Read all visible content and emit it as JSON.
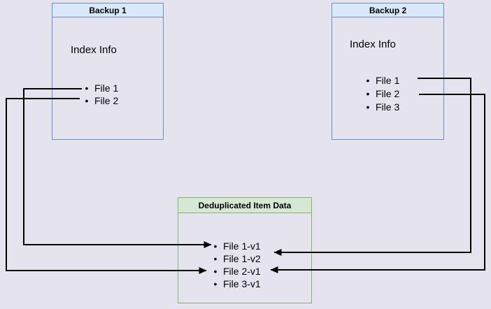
{
  "backup1": {
    "title": "Backup 1",
    "section_label": "Index Info",
    "files": [
      "File 1",
      "File 2"
    ]
  },
  "backup2": {
    "title": "Backup 2",
    "section_label": "Index Info",
    "files": [
      "File 1",
      "File 2",
      "File 3"
    ]
  },
  "dedup": {
    "title": "Deduplicated Item Data",
    "items": [
      "File 1-v1",
      "File 1-v2",
      "File 2-v1",
      "File 3-v1"
    ]
  },
  "connections": [
    {
      "from": "Backup 1 / File 1",
      "to": "File 1-v1"
    },
    {
      "from": "Backup 1 / File 2",
      "to": "File 2-v1"
    },
    {
      "from": "Backup 2 / File 1",
      "to": "File 1-v2"
    },
    {
      "from": "Backup 2 / File 2",
      "to": "File 2-v1"
    }
  ],
  "glyphs": {
    "bullet": "•"
  },
  "colors": {
    "canvas_bg": "#e5e4ee",
    "blue_border": "#6c8ebf",
    "blue_header_fill": "#dae8fc",
    "green_border": "#82b366",
    "green_header_fill": "#d5e8d4",
    "line": "#000000",
    "text": "#000000"
  }
}
